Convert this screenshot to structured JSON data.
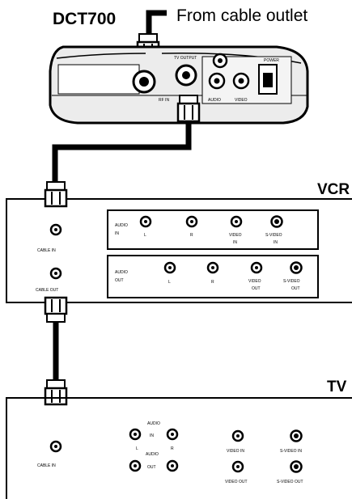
{
  "header": {
    "device_name": "DCT700",
    "source_label": "From cable outlet"
  },
  "dct700": {
    "port_labels": {
      "tv_output": "TV OUTPUT",
      "rf_in": "RF IN",
      "audio": "AUDIO",
      "video": "VIDEO",
      "power": "POWER"
    }
  },
  "vcr": {
    "title": "VCR",
    "cable_in": "CABLE IN",
    "cable_out": "CABLE OUT",
    "input_panel": {
      "audio_in_top": "AUDIO",
      "audio_in_bottom": "IN",
      "left": "L",
      "right": "R",
      "video_in_top": "VIDEO",
      "video_in_bottom": "IN",
      "svideo_in_top": "S-VIDEO",
      "svideo_in_bottom": "IN"
    },
    "output_panel": {
      "audio_out_top": "AUDIO",
      "audio_out_bottom": "OUT",
      "left": "L",
      "right": "R",
      "video_out_top": "VIDEO",
      "video_out_bottom": "OUT",
      "svideo_out_top": "S-VIDEO",
      "svideo_out_bottom": "OUT"
    }
  },
  "tv": {
    "title": "TV",
    "cable_in": "CABLE IN",
    "audio_label": "AUDIO",
    "in_label": "IN",
    "out_label": "OUT",
    "left": "L",
    "right": "R",
    "video_in": "VIDEO IN",
    "video_out": "VIDEO OUT",
    "svideo_in": "S-VIDEO IN",
    "svideo_out": "S-VIDEO OUT"
  }
}
